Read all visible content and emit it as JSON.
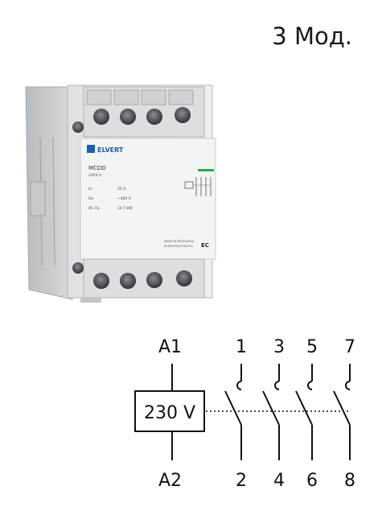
{
  "module_label": "3 Мод.",
  "device": {
    "brand": "ELVERT",
    "model": "MCDD",
    "model_sub": "2/8/4-A",
    "spec_rows": [
      {
        "key": "In",
        "value": "25 A"
      },
      {
        "key": "Ue",
        "value": "~400 V"
      },
      {
        "key": "AC-7a",
        "value": "14.7 kW"
      }
    ],
    "footer_line1": "MADE IN PRC/RUSSIA",
    "footer_line2": "ELVERT.RU/CATALOG",
    "mark": "ЕС",
    "accent_color": "#2fa84f"
  },
  "schematic": {
    "coil_top": "A1",
    "coil_bottom": "A2",
    "coil_voltage": "230 V",
    "top_terminals": [
      "1",
      "3",
      "5",
      "7"
    ],
    "bottom_terminals": [
      "2",
      "4",
      "6",
      "8"
    ]
  }
}
